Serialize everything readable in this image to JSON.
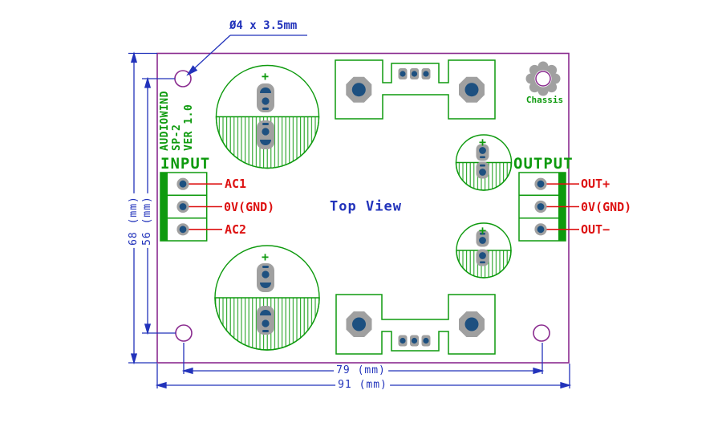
{
  "diagram": {
    "hole_callout": "Ø4 x 3.5mm",
    "top_view": "Top View",
    "chassis": "Chassis",
    "plus": "+"
  },
  "silkscreen": {
    "brand_lines": [
      "AUDIOWIND",
      "SP-2",
      "VER 1.0"
    ],
    "input_header": "INPUT",
    "output_header": "OUTPUT"
  },
  "input_labels": [
    "AC1",
    "0V(GND)",
    "AC2"
  ],
  "output_labels": [
    "OUT+",
    "0V(GND)",
    "OUT−"
  ],
  "dimensions": {
    "board_height": "68 (mm)",
    "hole_span_height": "56 (mm)",
    "hole_span_width": "79 (mm)",
    "board_width": "91 (mm)"
  },
  "colors": {
    "board_outline": "#8a2b8f",
    "copper_silk_green": "#0e9a0e",
    "dimension_blue": "#2233bb",
    "label_red": "#dd1111",
    "pad_gray": "#a0a0a0",
    "drill_blue": "#1d5080"
  }
}
